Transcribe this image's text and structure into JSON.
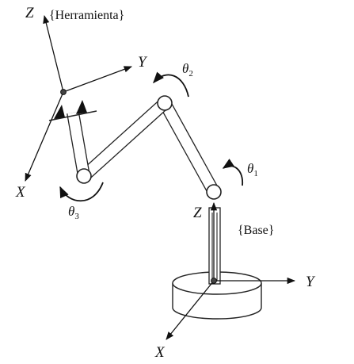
{
  "tool_frame": {
    "label": "{Herramienta}",
    "axes": {
      "z": "Z",
      "y": "Y",
      "x": "X"
    }
  },
  "base_frame": {
    "label": "{Base}",
    "axes": {
      "z": "Z",
      "y": "Y",
      "x": "X"
    }
  },
  "joints": [
    {
      "symbol": "θ",
      "index": "1"
    },
    {
      "symbol": "θ",
      "index": "2"
    },
    {
      "symbol": "θ",
      "index": "3"
    }
  ]
}
